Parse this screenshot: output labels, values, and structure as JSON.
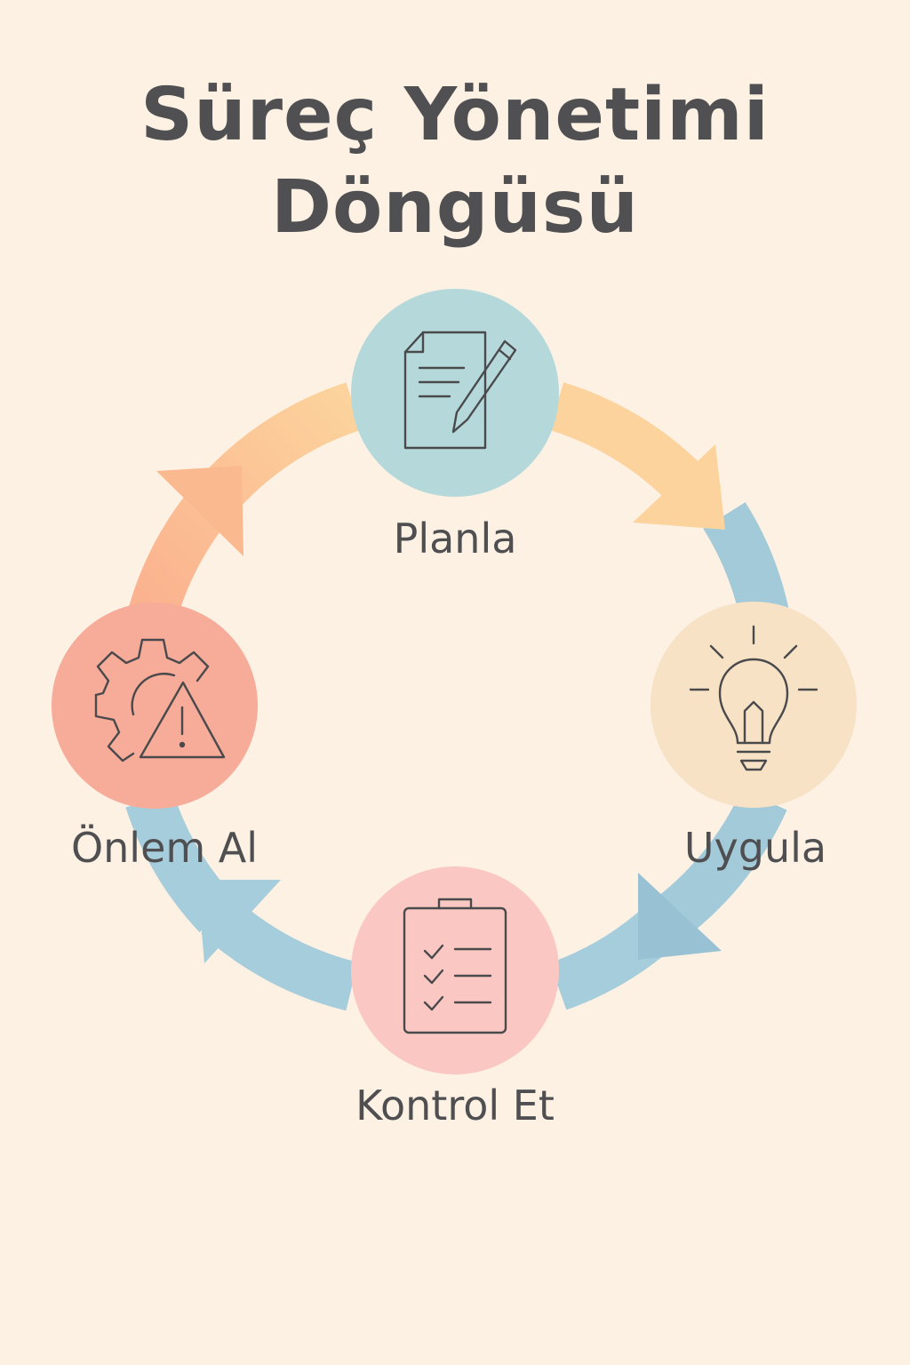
{
  "title": {
    "line1": "Süreç Yönetimi",
    "line2": "Döngüsü"
  },
  "steps": [
    {
      "label": "Planla",
      "icon": "document-pencil-icon",
      "color": "#b5d9db"
    },
    {
      "label": "Uygula",
      "icon": "lightbulb-icon",
      "color": "#f7e2c6"
    },
    {
      "label": "Kontrol Et",
      "icon": "clipboard-checklist-icon",
      "color": "#fbc7c2"
    },
    {
      "label": "Önlem Al",
      "icon": "gear-warning-icon",
      "color": "#f7ab99"
    }
  ],
  "arrow_colors": {
    "orange_start": "#fbb28f",
    "orange_end": "#fcd39c",
    "blue": "#9fc9d9"
  }
}
